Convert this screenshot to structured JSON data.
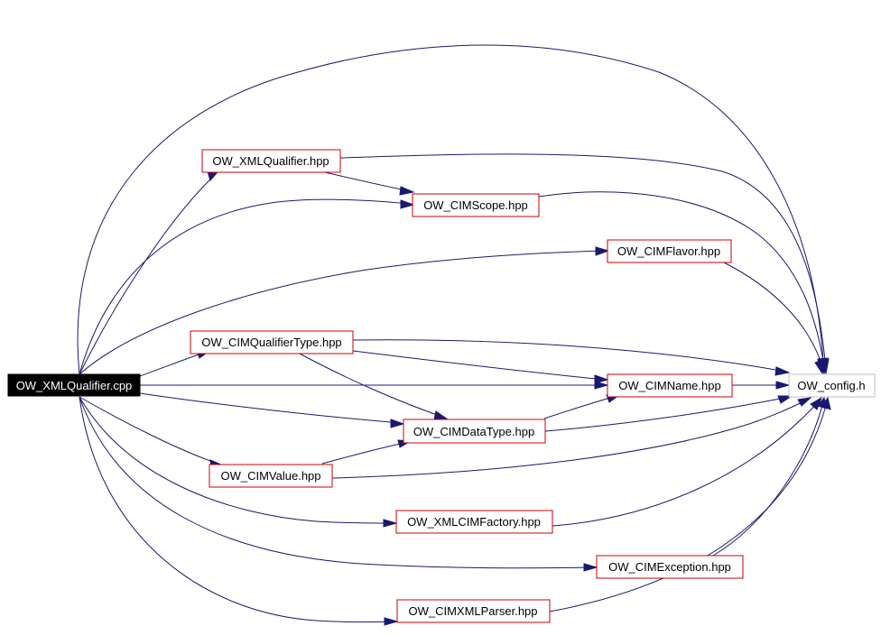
{
  "graph": {
    "nodes": {
      "root": "OW_XMLQualifier.cpp",
      "xmlqualifier": "OW_XMLQualifier.hpp",
      "cimscope": "OW_CIMScope.hpp",
      "cimflavor": "OW_CIMFlavor.hpp",
      "cimqualifiertype": "OW_CIMQualifierType.hpp",
      "cimname": "OW_CIMName.hpp",
      "config": "OW_config.h",
      "cimdatatype": "OW_CIMDataType.hpp",
      "cimvalue": "OW_CIMValue.hpp",
      "xmlcimfactory": "OW_XMLCIMFactory.hpp",
      "cimexception": "OW_CIMException.hpp",
      "cimxmlparser": "OW_CIMXMLParser.hpp"
    },
    "edges": [
      [
        "OW_XMLQualifier.cpp",
        "OW_config.h"
      ],
      [
        "OW_XMLQualifier.cpp",
        "OW_XMLQualifier.hpp"
      ],
      [
        "OW_XMLQualifier.cpp",
        "OW_CIMScope.hpp"
      ],
      [
        "OW_XMLQualifier.cpp",
        "OW_CIMFlavor.hpp"
      ],
      [
        "OW_XMLQualifier.cpp",
        "OW_CIMQualifierType.hpp"
      ],
      [
        "OW_XMLQualifier.cpp",
        "OW_CIMName.hpp"
      ],
      [
        "OW_XMLQualifier.cpp",
        "OW_CIMDataType.hpp"
      ],
      [
        "OW_XMLQualifier.cpp",
        "OW_CIMValue.hpp"
      ],
      [
        "OW_XMLQualifier.cpp",
        "OW_XMLCIMFactory.hpp"
      ],
      [
        "OW_XMLQualifier.cpp",
        "OW_CIMException.hpp"
      ],
      [
        "OW_XMLQualifier.cpp",
        "OW_CIMXMLParser.hpp"
      ],
      [
        "OW_XMLQualifier.hpp",
        "OW_CIMScope.hpp"
      ],
      [
        "OW_XMLQualifier.hpp",
        "OW_config.h"
      ],
      [
        "OW_CIMScope.hpp",
        "OW_config.h"
      ],
      [
        "OW_CIMFlavor.hpp",
        "OW_config.h"
      ],
      [
        "OW_CIMQualifierType.hpp",
        "OW_config.h"
      ],
      [
        "OW_CIMQualifierType.hpp",
        "OW_CIMName.hpp"
      ],
      [
        "OW_CIMQualifierType.hpp",
        "OW_CIMDataType.hpp"
      ],
      [
        "OW_CIMName.hpp",
        "OW_config.h"
      ],
      [
        "OW_CIMDataType.hpp",
        "OW_CIMName.hpp"
      ],
      [
        "OW_CIMDataType.hpp",
        "OW_config.h"
      ],
      [
        "OW_CIMValue.hpp",
        "OW_CIMDataType.hpp"
      ],
      [
        "OW_CIMValue.hpp",
        "OW_config.h"
      ],
      [
        "OW_XMLCIMFactory.hpp",
        "OW_config.h"
      ],
      [
        "OW_CIMException.hpp",
        "OW_config.h"
      ],
      [
        "OW_CIMXMLParser.hpp",
        "OW_config.h"
      ]
    ]
  },
  "colors": {
    "edge": "#191970",
    "node_border": "#cc0000",
    "root_fill": "#000000",
    "root_text": "#ffffff",
    "leaf_border": "#bfbfbf"
  }
}
